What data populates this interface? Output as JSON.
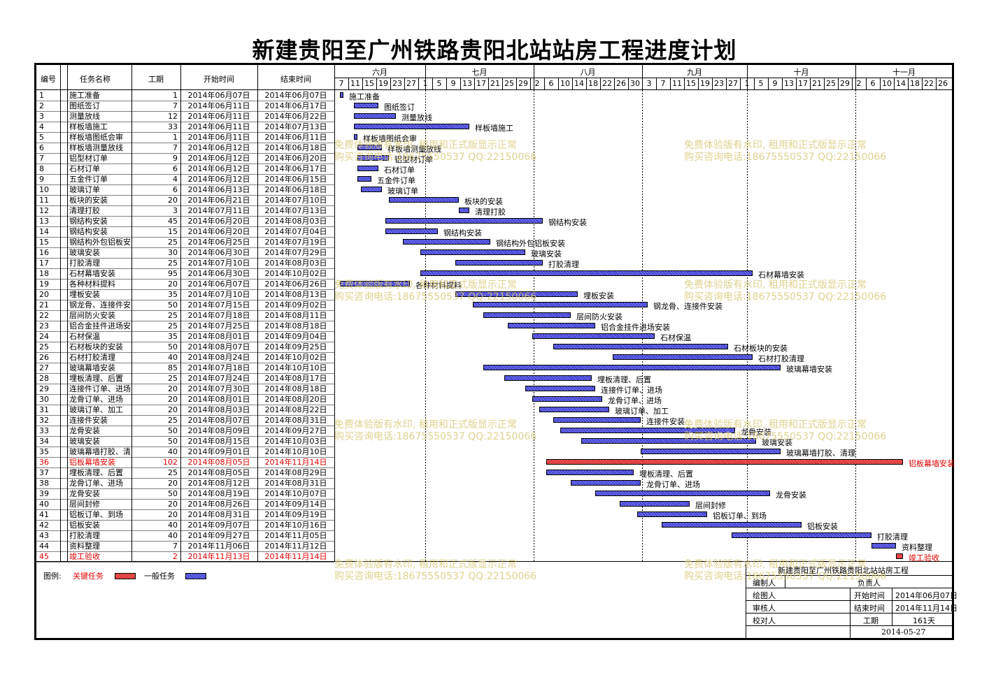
{
  "title": "新建贵阳至广州铁路贵阳北站站房工程进度计划",
  "header": {
    "col_id": "编号",
    "col_name": "任务名称",
    "col_duration": "工期",
    "col_start": "开始时间",
    "col_end": "结束时间",
    "months": [
      "六月",
      "七月",
      "八月",
      "九月",
      "十月",
      "十一月"
    ],
    "days": [
      "7",
      "11",
      "15",
      "19",
      "23",
      "27",
      "1",
      "5",
      "9",
      "13",
      "17",
      "21",
      "25",
      "29",
      "2",
      "6",
      "10",
      "14",
      "18",
      "22",
      "26",
      "30",
      "3",
      "7",
      "11",
      "15",
      "19",
      "23",
      "27",
      "1",
      "5",
      "9",
      "13",
      "17",
      "21",
      "25",
      "29",
      "2",
      "6",
      "10",
      "14",
      "18",
      "22",
      "26"
    ]
  },
  "colors": {
    "critical": "#e03030",
    "normal": "#4040d8",
    "watermark": "#d9c97a"
  },
  "chart_data": {
    "type": "gantt",
    "time_axis_start": "2014-06-05",
    "tasks": [
      {
        "id": "1",
        "name": "施工准备",
        "duration": 1,
        "start": "2014年06月07日",
        "end": "2014年06月07日",
        "critical": false
      },
      {
        "id": "2",
        "name": "图纸签订",
        "duration": 7,
        "start": "2014年06月11日",
        "end": "2014年06月17日",
        "critical": false
      },
      {
        "id": "3",
        "name": "测量放线",
        "duration": 12,
        "start": "2014年06月11日",
        "end": "2014年06月22日",
        "critical": false
      },
      {
        "id": "4",
        "name": "样板墙施工",
        "duration": 33,
        "start": "2014年06月11日",
        "end": "2014年07月13日",
        "critical": false
      },
      {
        "id": "5",
        "name": "样板墙图纸会审",
        "duration": 1,
        "start": "2014年06月11日",
        "end": "2014年06月11日",
        "critical": false
      },
      {
        "id": "6",
        "name": "样板墙测量放线",
        "duration": 7,
        "start": "2014年06月12日",
        "end": "2014年06月18日",
        "critical": false
      },
      {
        "id": "7",
        "name": "铝型材订单",
        "duration": 9,
        "start": "2014年06月12日",
        "end": "2014年06月20日",
        "critical": false
      },
      {
        "id": "8",
        "name": "石材订单",
        "duration": 6,
        "start": "2014年06月12日",
        "end": "2014年06月17日",
        "critical": false
      },
      {
        "id": "9",
        "name": "五金件订单",
        "duration": 4,
        "start": "2014年06月12日",
        "end": "2014年06月15日",
        "critical": false
      },
      {
        "id": "10",
        "name": "玻璃订单",
        "duration": 6,
        "start": "2014年06月13日",
        "end": "2014年06月18日",
        "critical": false
      },
      {
        "id": "11",
        "name": "板块的安装",
        "duration": 20,
        "start": "2014年06月21日",
        "end": "2014年07月10日",
        "critical": false
      },
      {
        "id": "12",
        "name": "清理打胶",
        "duration": 3,
        "start": "2014年07月11日",
        "end": "2014年07月13日",
        "critical": false
      },
      {
        "id": "13",
        "name": "钢结构安装",
        "duration": 45,
        "start": "2014年06月20日",
        "end": "2014年08月03日",
        "critical": false
      },
      {
        "id": "14",
        "name": "钢结构安装",
        "duration": 15,
        "start": "2014年06月20日",
        "end": "2014年07月04日",
        "critical": false
      },
      {
        "id": "15",
        "name": "钢结构外包铝板安装",
        "duration": 25,
        "start": "2014年06月25日",
        "end": "2014年07月19日",
        "critical": false
      },
      {
        "id": "16",
        "name": "玻璃安装",
        "duration": 30,
        "start": "2014年06月30日",
        "end": "2014年07月29日",
        "critical": false
      },
      {
        "id": "17",
        "name": "打胶清理",
        "duration": 25,
        "start": "2014年07月10日",
        "end": "2014年08月03日",
        "critical": false
      },
      {
        "id": "18",
        "name": "石材幕墙安装",
        "duration": 95,
        "start": "2014年06月30日",
        "end": "2014年10月02日",
        "critical": false
      },
      {
        "id": "19",
        "name": "各种材料提料",
        "duration": 20,
        "start": "2014年06月07日",
        "end": "2014年06月26日",
        "critical": false
      },
      {
        "id": "20",
        "name": "埋板安装",
        "duration": 35,
        "start": "2014年07月10日",
        "end": "2014年08月13日",
        "critical": false
      },
      {
        "id": "21",
        "name": "钢龙骨、连接件安装",
        "duration": 50,
        "start": "2014年07月15日",
        "end": "2014年09月02日",
        "critical": false
      },
      {
        "id": "22",
        "name": "层间防火安装",
        "duration": 25,
        "start": "2014年07月18日",
        "end": "2014年08月11日",
        "critical": false
      },
      {
        "id": "23",
        "name": "铝合金挂件进场安装",
        "duration": 25,
        "start": "2014年07月25日",
        "end": "2014年08月18日",
        "critical": false
      },
      {
        "id": "24",
        "name": "石材保温",
        "duration": 35,
        "start": "2014年08月01日",
        "end": "2014年09月04日",
        "critical": false
      },
      {
        "id": "25",
        "name": "石材板块的安装",
        "duration": 50,
        "start": "2014年08月07日",
        "end": "2014年09月25日",
        "critical": false
      },
      {
        "id": "26",
        "name": "石材打胶清理",
        "duration": 40,
        "start": "2014年08月24日",
        "end": "2014年10月02日",
        "critical": false
      },
      {
        "id": "27",
        "name": "玻璃幕墙安装",
        "duration": 85,
        "start": "2014年07月18日",
        "end": "2014年10月10日",
        "critical": false
      },
      {
        "id": "28",
        "name": "埋板清理、后置",
        "duration": 25,
        "start": "2014年07月24日",
        "end": "2014年08月17日",
        "critical": false
      },
      {
        "id": "29",
        "name": "连接件订单、进场",
        "duration": 20,
        "start": "2014年07月30日",
        "end": "2014年08月18日",
        "critical": false
      },
      {
        "id": "30",
        "name": "龙骨订单、进场",
        "duration": 20,
        "start": "2014年08月01日",
        "end": "2014年08月20日",
        "critical": false
      },
      {
        "id": "31",
        "name": "玻璃订单、加工",
        "duration": 20,
        "start": "2014年08月03日",
        "end": "2014年08月22日",
        "critical": false
      },
      {
        "id": "32",
        "name": "连接件安装",
        "duration": 25,
        "start": "2014年08月07日",
        "end": "2014年08月31日",
        "critical": false
      },
      {
        "id": "33",
        "name": "龙骨安装",
        "duration": 50,
        "start": "2014年08月09日",
        "end": "2014年09月27日",
        "critical": false
      },
      {
        "id": "34",
        "name": "玻璃安装",
        "duration": 50,
        "start": "2014年08月15日",
        "end": "2014年10月03日",
        "critical": false
      },
      {
        "id": "35",
        "name": "玻璃幕墙打胶、清理",
        "duration": 40,
        "start": "2014年09月01日",
        "end": "2014年10月10日",
        "critical": false
      },
      {
        "id": "36",
        "name": "铝板幕墙安装",
        "duration": 102,
        "start": "2014年08月05日",
        "end": "2014年11月14日",
        "critical": true
      },
      {
        "id": "37",
        "name": "埋板清理、后置",
        "duration": 25,
        "start": "2014年08月05日",
        "end": "2014年08月29日",
        "critical": false
      },
      {
        "id": "38",
        "name": "龙骨订单、进场",
        "duration": 20,
        "start": "2014年08月12日",
        "end": "2014年08月31日",
        "critical": false
      },
      {
        "id": "39",
        "name": "龙骨安装",
        "duration": 50,
        "start": "2014年08月19日",
        "end": "2014年10月07日",
        "critical": false
      },
      {
        "id": "40",
        "name": "层间封修",
        "duration": 20,
        "start": "2014年08月26日",
        "end": "2014年09月14日",
        "critical": false
      },
      {
        "id": "41",
        "name": "铝板订单、到场",
        "duration": 20,
        "start": "2014年08月31日",
        "end": "2014年09月19日",
        "critical": false
      },
      {
        "id": "42",
        "name": "铝板安装",
        "duration": 40,
        "start": "2014年09月07日",
        "end": "2014年10月16日",
        "critical": false
      },
      {
        "id": "43",
        "name": "打胶清理",
        "duration": 40,
        "start": "2014年09月27日",
        "end": "2014年11月05日",
        "critical": false
      },
      {
        "id": "44",
        "name": "资料整理",
        "duration": 7,
        "start": "2014年11月06日",
        "end": "2014年11月12日",
        "critical": false
      },
      {
        "id": "45",
        "name": "竣工验收",
        "duration": 2,
        "start": "2014年11月13日",
        "end": "2014年11月14日",
        "critical": true
      }
    ]
  },
  "legend": {
    "label": "图例:",
    "critical_label": "关键任务",
    "normal_label": "一般任务"
  },
  "watermark": {
    "line1": "免费体验版有水印, 租用和正式版显示正常",
    "line2": "购买咨询电话:18675550537 QQ:22150066"
  },
  "info": {
    "project": "新建贵阳至广州铁路贵阳北站站房工程",
    "compiler": "编制人",
    "responsible": "负责人",
    "drawer": "绘图人",
    "reviewer": "审核人",
    "checker": "校对人",
    "start_label": "开始时间",
    "start_value": "2014年06月07日",
    "end_label": "结束时间",
    "end_value": "2014年11月14日",
    "duration_label": "工期",
    "duration_value": "161天",
    "date": "2014-05-27"
  }
}
